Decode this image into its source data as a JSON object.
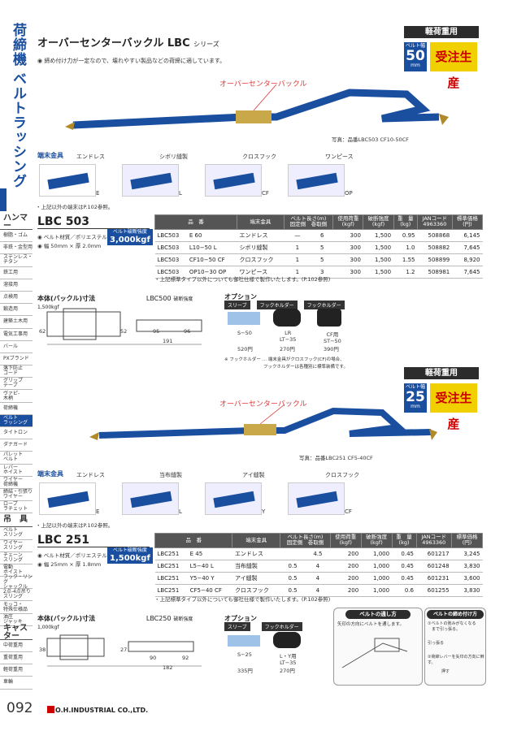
{
  "side": {
    "title1": "荷締機",
    "title2": "ベルトラッシング"
  },
  "nav": [
    {
      "label": "ハンマー",
      "head": true
    },
    {
      "label": "樹脂・ゴム"
    },
    {
      "label": "非鉄・金型用"
    },
    {
      "label": "ステンレス・\nチタン"
    },
    {
      "label": "鉄工用"
    },
    {
      "label": "溶接用"
    },
    {
      "label": "点検用"
    },
    {
      "label": "鍛造用"
    },
    {
      "label": "建築土木用"
    },
    {
      "label": "電気工事用"
    },
    {
      "label": "バール"
    },
    {
      "label": "PXブランド"
    },
    {
      "label": "落下防止\nコード"
    },
    {
      "label": "グリップ\nテープ"
    },
    {
      "label": "ヴァピ-\n木柄"
    },
    {
      "label": "荷締機"
    },
    {
      "label": "ベルト\nラッシング",
      "active": true
    },
    {
      "label": "タイトロン"
    },
    {
      "label": "ダナガード"
    },
    {
      "label": "パレット\nベルト"
    },
    {
      "label": "レバー\nホイスト"
    },
    {
      "label": "ワイヤー\n荷締機"
    },
    {
      "label": "締結・引張り\nワイヤー"
    },
    {
      "label": "ロープ\nラチェット"
    },
    {
      "label": "吊　具",
      "head": true
    },
    {
      "label": "ベルト\nスリング"
    },
    {
      "label": "ワイヤー\nスリング"
    },
    {
      "label": "チェーン\nスリング"
    },
    {
      "label": "電動\nホイスト"
    },
    {
      "label": "フック・リング\nシャックル"
    },
    {
      "label": "2点-4点吊り\nスリング"
    },
    {
      "label": "モッコ・\n特殊仕様品"
    },
    {
      "label": "油圧\nジャッキ"
    },
    {
      "label": "キャスター",
      "head": true
    },
    {
      "label": "中荷重用"
    },
    {
      "label": "重荷重用"
    },
    {
      "label": "軽荷重用"
    },
    {
      "label": "車輪"
    }
  ],
  "header": {
    "title": "オーバーセンターバックル LBC",
    "series": "シリーズ",
    "note": "◉ 締め付け力が一定なので、壊れやすい製品などの荷締に適しています。"
  },
  "top_badge": {
    "load": "軽荷重用",
    "belt_lbl": "ベルト幅",
    "belt_w": "50",
    "unit": "mm",
    "juchu": "受注生産"
  },
  "product1": {
    "callout": "オーバーセンターバックル",
    "photo_caption": "写真：品番LBC503 CF10-50CF",
    "ends_title": "端末金具",
    "ends": [
      {
        "name": "エンドレス",
        "code": "E"
      },
      {
        "name": "シボリ縫製",
        "code": "L"
      },
      {
        "name": "クロスフック",
        "code": "CF"
      },
      {
        "name": "ワンピース",
        "code": "OP"
      }
    ],
    "ends_note": "・上記以外の端末はP.102参照。",
    "model": "LBC 503",
    "mat": "◉ ベルト材質／ポリエステル",
    "size": "◉ 幅 50mm × 厚 2.0mm",
    "break_lbl": "ベルト破断強度",
    "break_val": "3,000kgf",
    "headers": [
      "品　番",
      "端末金具",
      "ベルト長さ(m)\n固定側　巻取側",
      "使用荷重\n(kgf)",
      "破断強度\n(kgf)",
      "重　量\n(kg)",
      "JANコード\n4963360",
      "標準価格\n(円)"
    ],
    "rows": [
      [
        "LBC503",
        "E 60",
        "エンドレス",
        "—",
        "6",
        "300",
        "1,500",
        "0.95",
        "508868",
        "6,145"
      ],
      [
        "LBC503",
        "L10−50 L",
        "シボリ縫製",
        "1",
        "5",
        "300",
        "1,500",
        "1.0",
        "508882",
        "7,645"
      ],
      [
        "LBC503",
        "CF10−50 CF",
        "クロスフック",
        "1",
        "5",
        "300",
        "1,500",
        "1.55",
        "508899",
        "8,920"
      ],
      [
        "LBC503",
        "OP10−30 OP",
        "ワンピース",
        "1",
        "3",
        "300",
        "1,500",
        "1.2",
        "508981",
        "7,645"
      ]
    ],
    "table_note": "・上記標準タイプ以外についても御社仕様で製作いたします。(P.102参照)",
    "buckle_title": "本体(バックル)寸法",
    "buckle_model": "LBC500",
    "buckle_break": "破断強度 1,500kgf",
    "dims": [
      "62",
      "52",
      "95",
      "96",
      "191"
    ],
    "opt_title": "オプション",
    "opt_labels": [
      "スリーブ",
      "フックホルダー",
      "フックホルダー"
    ],
    "opts": [
      {
        "code": "S−50",
        "price": "520円"
      },
      {
        "code": "LR\nLT−35",
        "price": "270円"
      },
      {
        "code": "CF用\nST−50",
        "price": "390円"
      }
    ],
    "opt_note1": "※ フックホルダー … 端末金具がクロスフック(CF)の場合、",
    "opt_note2": "フックホルダーは各種別に標準装備です。"
  },
  "mid_badge": {
    "load": "軽荷重用",
    "belt_lbl": "ベルト幅",
    "belt_w": "25",
    "unit": "mm",
    "juchu": "受注生産"
  },
  "product2": {
    "callout": "オーバーセンターバックル",
    "photo_caption": "写真：品番LBC251 CF5-40CF",
    "ends_title": "端末金具",
    "ends": [
      {
        "name": "エンドレス",
        "code": "E"
      },
      {
        "name": "当布縫製",
        "code": "L"
      },
      {
        "name": "アイ縫製",
        "code": "Y"
      },
      {
        "name": "クロスフック",
        "code": "CF"
      }
    ],
    "ends_note": "・上記以外の端末はP.102参照。",
    "model": "LBC 251",
    "mat": "◉ ベルト材質／ポリエステル",
    "size": "◉ 幅 25mm × 厚 1.8mm",
    "break_lbl": "ベルト破断強度",
    "break_val": "1,500kgf",
    "headers": [
      "品　番",
      "端末金具",
      "ベルト長さ(m)\n固定側　巻取側",
      "使用荷重\n(kgf)",
      "破断強度\n(kgf)",
      "重　量\n(kg)",
      "JANコード\n4963360",
      "標準価格\n(円)"
    ],
    "rows": [
      [
        "LBC251",
        "E 45",
        "エンドレス",
        "",
        "4.5",
        "200",
        "1,000",
        "0.45",
        "601217",
        "3,245"
      ],
      [
        "LBC251",
        "L5−40 L",
        "当布縫製",
        "0.5",
        "4",
        "200",
        "1,000",
        "0.45",
        "601248",
        "3,830"
      ],
      [
        "LBC251",
        "Y5−40 Y",
        "アイ縫製",
        "0.5",
        "4",
        "200",
        "1,000",
        "0.45",
        "601231",
        "3,600"
      ],
      [
        "LBC251",
        "CF5−40 CF",
        "クロスフック",
        "0.5",
        "4",
        "200",
        "1,000",
        "0.6",
        "601255",
        "3,830"
      ]
    ],
    "table_note": "・上記標準タイプ以外についても御社仕様で製作いたします。(P.102参照)",
    "buckle_title": "本体(バックル)寸法",
    "buckle_model": "LBC250",
    "buckle_break": "破断強度 1,000kgf",
    "dims": [
      "38",
      "27",
      "90",
      "92",
      "182"
    ],
    "opt_title": "オプション",
    "opt_labels": [
      "スリーブ",
      "フックホルダー"
    ],
    "opts": [
      {
        "code": "S−25",
        "price": "335円"
      },
      {
        "code": "L・Y用\nLT−35",
        "price": "270円"
      }
    ],
    "diag1": "ベルトの通し方",
    "diag1_note": "矢印の方向にベルトを通します。",
    "diag2": "ベルトの締め付け方",
    "diag2_n1": "①ベルトの弛みがなくなる",
    "diag2_n1b": "まで引っ張る。",
    "diag2_n2": "引っ張る",
    "diag2_n3": "②荷締レバーを矢印の方向に倒す。",
    "diag2_n4": "押す"
  },
  "footer": {
    "page": "092",
    "company": "O.H.INDUSTRIAL CO.,LTD."
  },
  "colors": {
    "brand": "#1a4fa0",
    "accent_red": "#e03a3a",
    "yellow": "#f0d000"
  }
}
